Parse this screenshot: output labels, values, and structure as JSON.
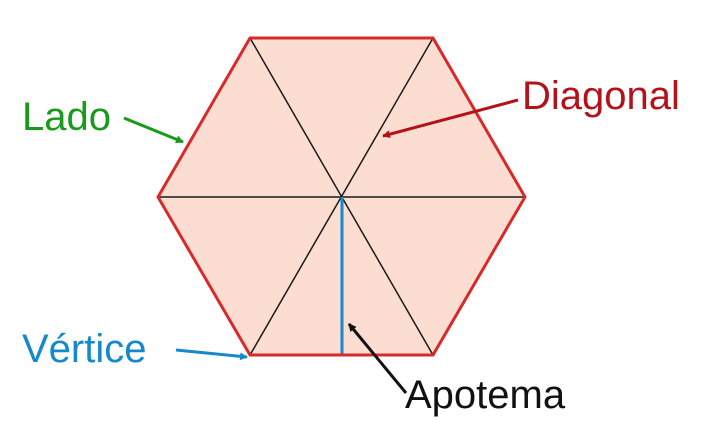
{
  "labels": {
    "side": "Lado",
    "diagonal": "Diagonal",
    "vertex": "Vértice",
    "apothem": "Apotema"
  },
  "colors": {
    "hexagon_fill": "#fcddd2",
    "hexagon_stroke": "#d92a2a",
    "side_label": "#1a9a1a",
    "diagonal_label": "#b3121b",
    "vertex_label": "#1589c9",
    "apothem_label": "#111111",
    "apothem_line": "#1589c9",
    "inner_lines": "#1a1a1a"
  }
}
